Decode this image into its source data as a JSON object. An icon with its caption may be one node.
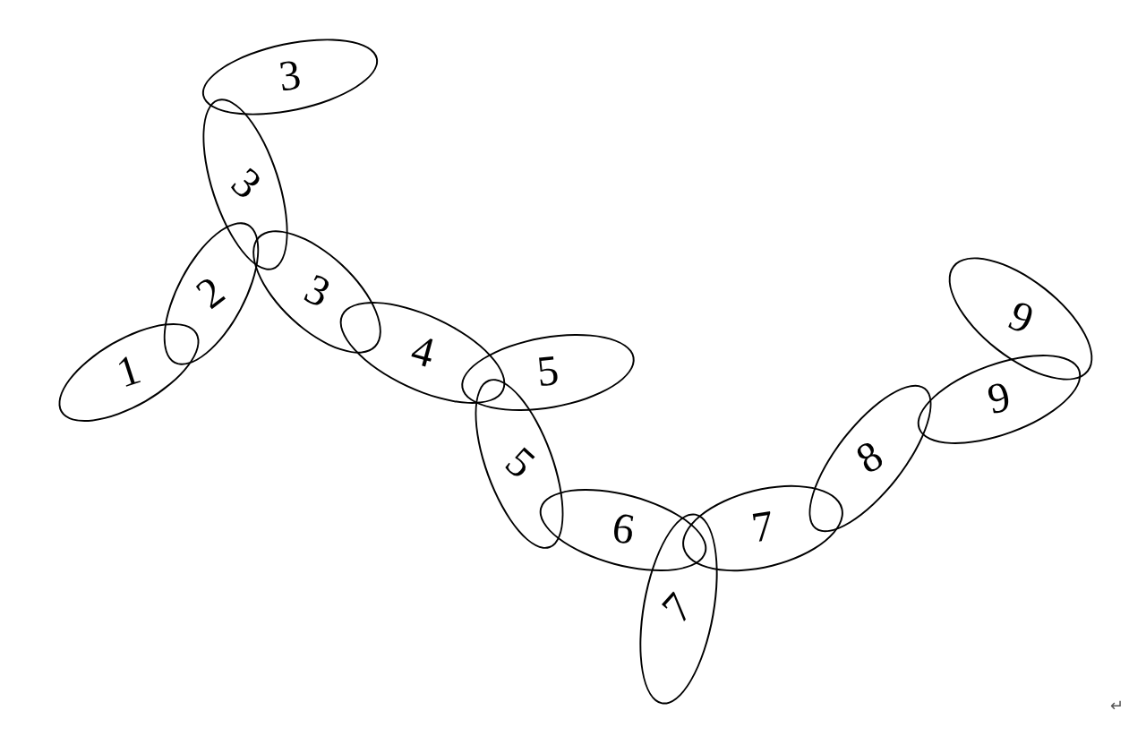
{
  "diagram": {
    "nodes": [
      {
        "text": [
          "1"
        ]
      },
      {
        "text": [
          "2"
        ]
      },
      {
        "text": [
          "3"
        ]
      },
      {
        "text": [
          "3"
        ]
      },
      {
        "text": [
          "3"
        ]
      },
      {
        "text": [
          "4"
        ]
      },
      {
        "text": [
          "5"
        ]
      },
      {
        "text": [
          "5"
        ]
      },
      {
        "text": [
          "6"
        ]
      },
      {
        "text": [
          "7"
        ]
      },
      {
        "text": [
          "7"
        ]
      },
      {
        "text": [
          "8"
        ]
      },
      {
        "text": [
          "9"
        ]
      },
      {
        "text": [
          "9"
        ]
      }
    ],
    "labels": [
      "↵"
    ]
  }
}
